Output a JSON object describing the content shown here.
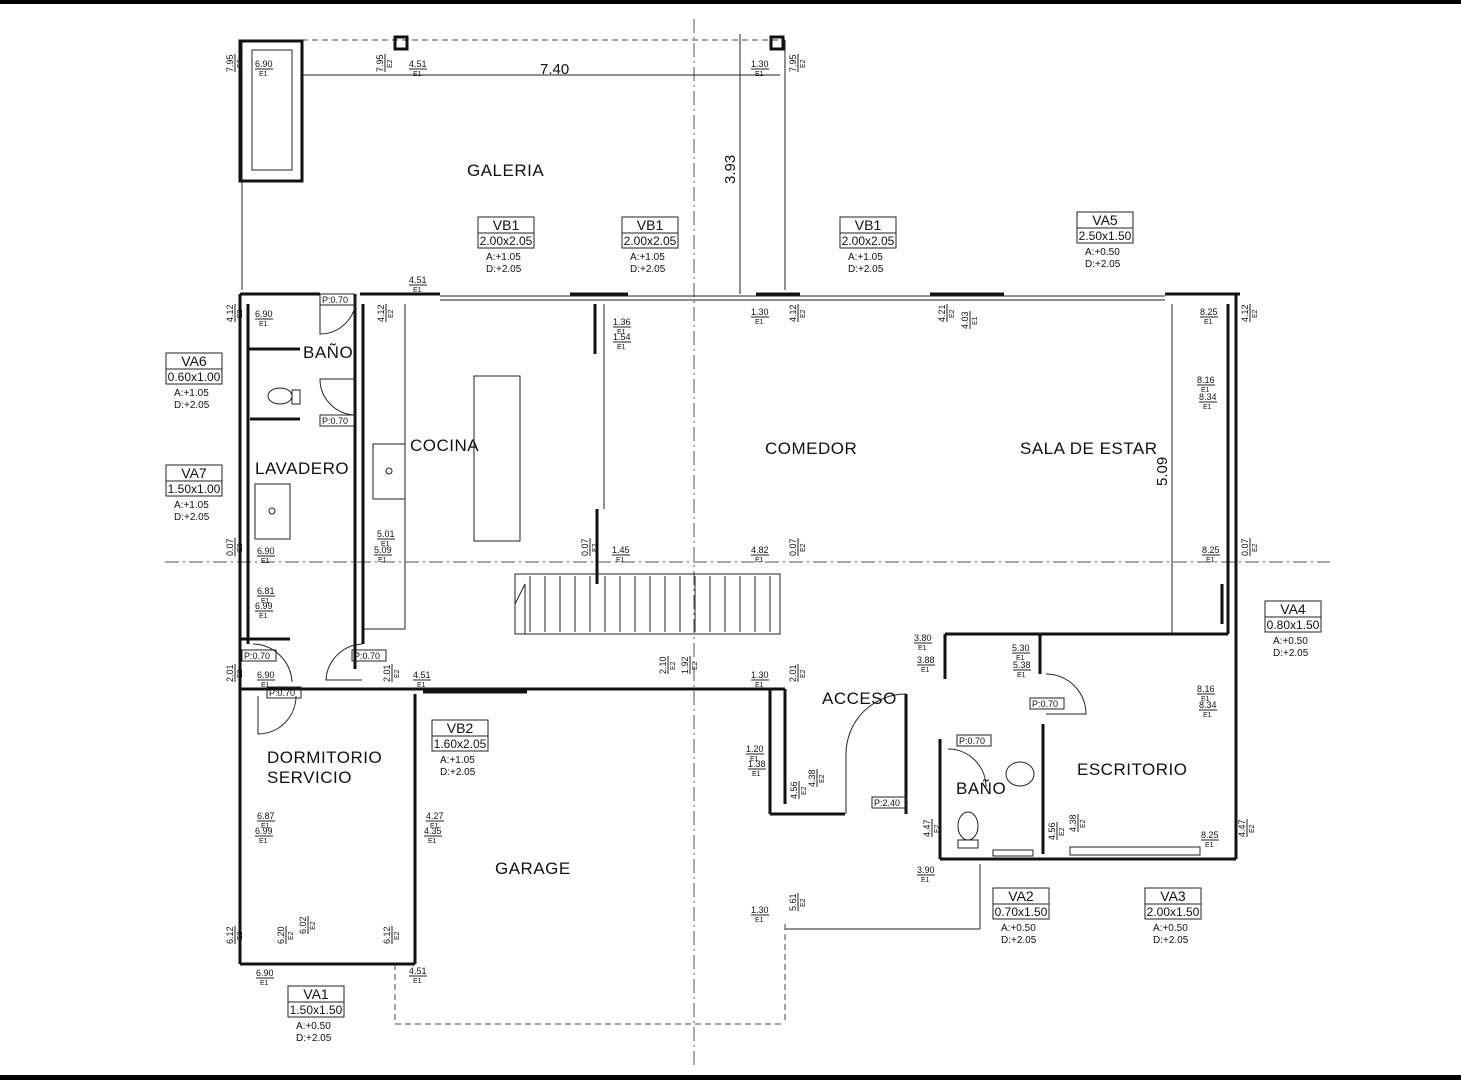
{
  "rooms": {
    "galeria": "GALERIA",
    "bano_1": "BAÑO",
    "lavadero": "LAVADERO",
    "cocina": "COCINA",
    "comedor": "COMEDOR",
    "sala": "SALA DE ESTAR",
    "dormitorio_l1": "DORMITORIO",
    "dormitorio_l2": "SERVICIO",
    "garage": "GARAGE",
    "acceso": "ACCESO",
    "bano_2": "BAÑO",
    "escritorio": "ESCRITORIO"
  },
  "openings": [
    {
      "code": "VB1",
      "size": "2.00x2.05",
      "a": "A:+1.05",
      "d": "D:+2.05"
    },
    {
      "code": "VB1",
      "size": "2.00x2.05",
      "a": "A:+1.05",
      "d": "D:+2.05"
    },
    {
      "code": "VB1",
      "size": "2.00x2.05",
      "a": "A:+1.05",
      "d": "D:+2.05"
    },
    {
      "code": "VA5",
      "size": "2.50x1.50",
      "a": "A:+0.50",
      "d": "D:+2.05"
    },
    {
      "code": "VA6",
      "size": "0.60x1.00",
      "a": "A:+1.05",
      "d": "D:+2.05"
    },
    {
      "code": "VA7",
      "size": "1.50x1.00",
      "a": "A:+1.05",
      "d": "D:+2.05"
    },
    {
      "code": "VA4",
      "size": "0.80x1.50",
      "a": "A:+0.50",
      "d": "D:+2.05"
    },
    {
      "code": "VB2",
      "size": "1.60x2.05",
      "a": "A:+1.05",
      "d": "D:+2.05"
    },
    {
      "code": "VA2",
      "size": "0.70x1.50",
      "a": "A:+0.50",
      "d": "D:+2.05"
    },
    {
      "code": "VA3",
      "size": "2.00x1.50",
      "a": "A:+0.50",
      "d": "D:+2.05"
    },
    {
      "code": "VA1",
      "size": "1.50x1.50",
      "a": "A:+0.50",
      "d": "D:+2.05"
    }
  ],
  "doors": [
    "P:0.70",
    "P:0.70",
    "P:0.70",
    "P:0.70",
    "P:0.70",
    "P:0.70",
    "P:0.70",
    "P:2.40"
  ],
  "dimensions": {
    "width": "7.40",
    "depth_galeria": "3.93",
    "depth_sala": "5.09"
  },
  "levels": [
    "7.95",
    "6.90",
    "7.95",
    "4.51",
    "1.30",
    "7.95",
    "4.12",
    "6.90",
    "4.51",
    "4.12",
    "1.36",
    "1.54",
    "1.30",
    "4.12",
    "4.21",
    "4.03",
    "8.25",
    "4.12",
    "8.16",
    "8.34",
    "5.01",
    "5.09",
    "0.07",
    "6.90",
    "0.07",
    "1.45",
    "4.82",
    "0.07",
    "8.25",
    "0.07",
    "6.81",
    "6.99",
    "3.80",
    "3.88",
    "5.30",
    "5.38",
    "2.01",
    "6.90",
    "2.01",
    "4.51",
    "2.10",
    "1.92",
    "1.30",
    "2.01",
    "8.16",
    "8.34",
    "1.20",
    "1.38",
    "4.56",
    "4.38",
    "6.87",
    "6.99",
    "4.27",
    "4.35",
    "4.47",
    "4.56",
    "4.38",
    "8.25",
    "4.47",
    "3.90",
    "1.30",
    "5.61",
    "6.12",
    "6.20",
    "6.02",
    "6.12",
    "6.90",
    "4.51"
  ],
  "level_ref": {
    "e1": "E1",
    "e2": "E2"
  }
}
